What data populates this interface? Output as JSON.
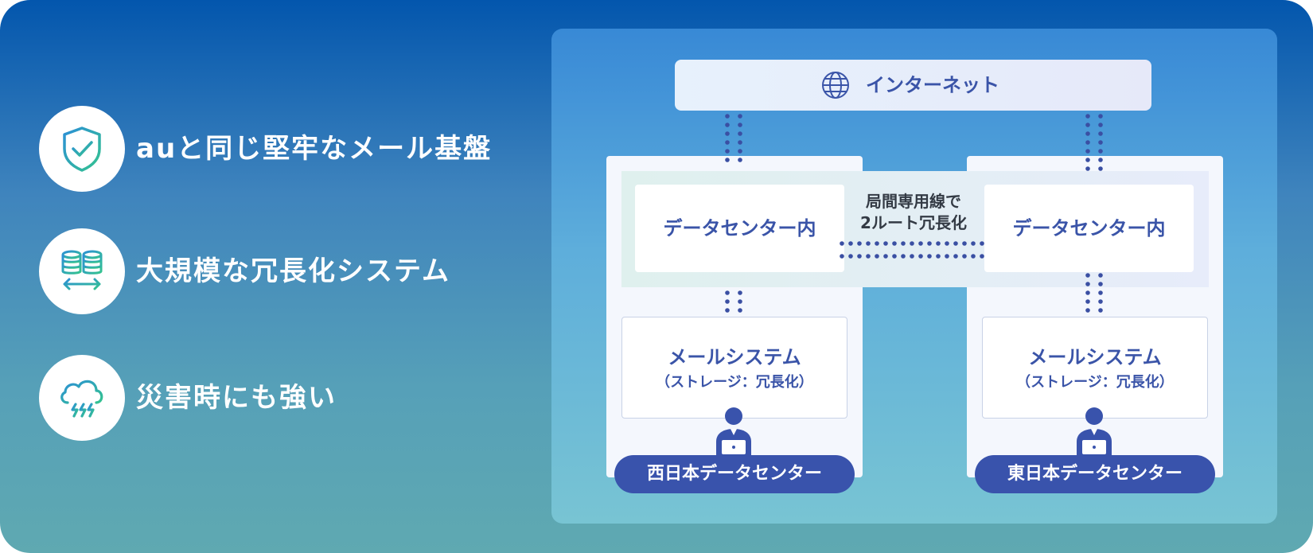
{
  "features": [
    {
      "label": "auと同じ堅牢なメール基盤",
      "icon": "shield-check-icon"
    },
    {
      "label": "大規模な冗長化システム",
      "icon": "database-sync-icon"
    },
    {
      "label": "災害時にも強い",
      "icon": "storm-cloud-icon"
    }
  ],
  "diagram": {
    "internet": {
      "label": "インターネット",
      "icon": "globe-icon"
    },
    "link_label": [
      "局間専用線で",
      "2ルート冗長化"
    ],
    "west": {
      "inner": "データセンター内",
      "mail_title": "メールシステム",
      "mail_sub": "（ストレージ：冗長化）",
      "name": "西日本データセンター"
    },
    "east": {
      "inner": "データセンター内",
      "mail_title": "メールシステム",
      "mail_sub": "（ストレージ：冗長化）",
      "name": "東日本データセンター"
    }
  },
  "colors": {
    "accent": "#3953ac",
    "text_blue": "#3a54a8",
    "dots": "#3a4fa3",
    "icon_green": "#34c38f",
    "icon_blue": "#2b8fd6"
  }
}
